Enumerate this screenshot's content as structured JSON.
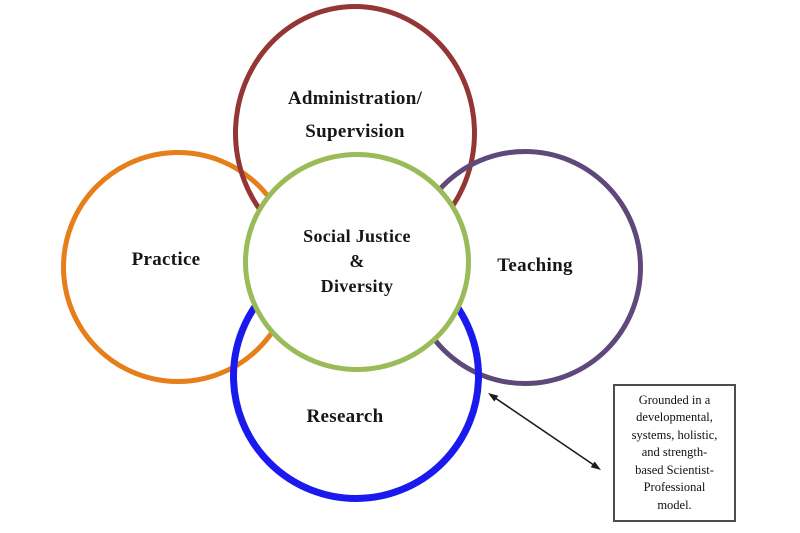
{
  "circles": {
    "administration": {
      "lines": [
        "Administration/",
        "Supervision"
      ],
      "color": "#943634"
    },
    "practice": {
      "lines": [
        "Practice"
      ],
      "color": "#E67E1A"
    },
    "teaching": {
      "lines": [
        "Teaching"
      ],
      "color": "#5F497A"
    },
    "research": {
      "lines": [
        "Research"
      ],
      "color": "#1A1AEE"
    },
    "social_justice": {
      "lines": [
        "Social Justice",
        "&",
        "Diversity"
      ],
      "color": "#9BBB59"
    }
  },
  "annotation": {
    "lines": [
      "Grounded in a",
      "developmental,",
      "systems, holistic,",
      "and strength-",
      "based Scientist-",
      "Professional",
      "model."
    ],
    "full_text": "Grounded in a developmental, systems, holistic, and strength-based Scientist-Professional model.",
    "border_color": "#4d4d4d"
  },
  "arrow": {
    "style": "double-headed",
    "color": "#1c1c1c"
  },
  "text_color": "#161616",
  "background_color": "#ffffff"
}
